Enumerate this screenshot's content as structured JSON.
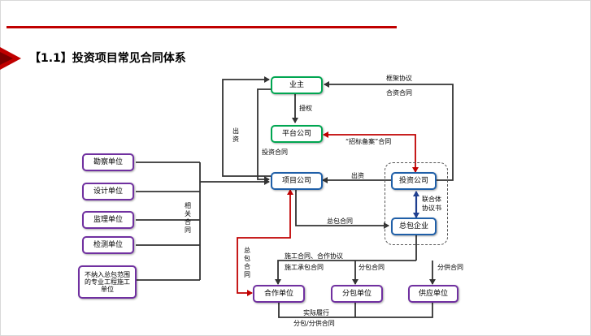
{
  "page": {
    "title": "【1.1】投资项目常见合同体系"
  },
  "nodes": {
    "owner": "业主",
    "platform": "平台公司",
    "project": "项目公司",
    "investor": "投资公司",
    "general_contractor": "总包企业",
    "survey": "勘察单位",
    "design": "设计单位",
    "supervision": "监理单位",
    "testing": "检测单位",
    "excluded": "不纳入总包范围的专业工程施工单位",
    "partner": "合作单位",
    "subcontractor": "分包单位",
    "supplier": "供应单位"
  },
  "labels": {
    "framework_agreement": "框架协议",
    "jv_contract": "合资合同",
    "authorization": "授权",
    "capital_contribution_left": "出资",
    "investment_contract": "投资合同",
    "tender_record_contract": "“招标备案”合同",
    "capital_contribution_right": "出资",
    "consortium_agreement_1": "联合体",
    "consortium_agreement_2": "协议书",
    "general_contract": "总包合同",
    "related_contracts": "相关合同",
    "general_contract_vertical": "总包合同",
    "construction_cooperation": "施工合同、合作协议",
    "construction_subcontract": "施工承包合同",
    "subcontract": "分包合同",
    "supply_contract": "分供合同",
    "actual_performance": "实际履行",
    "sub_supply_contract": "分包/分供合同"
  },
  "colors": {
    "accent_red": "#c00000",
    "green_border": "#00a651",
    "blue_border": "#1f5fa8",
    "purple_border": "#7030a0"
  }
}
